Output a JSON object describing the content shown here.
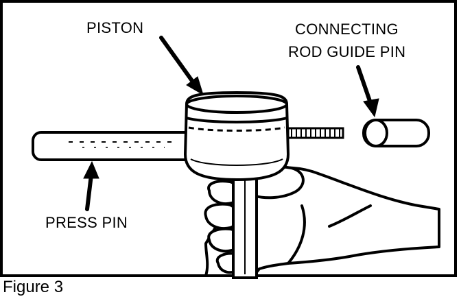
{
  "figure": {
    "labels": {
      "piston": "PISTON",
      "connecting_rod_guide_pin_line1": "CONNECTING",
      "connecting_rod_guide_pin_line2": "ROD GUIDE PIN",
      "press_pin": "PRESS PIN"
    },
    "caption": "Figure 3"
  },
  "colors": {
    "ink": "#000000",
    "paper": "#ffffff"
  }
}
